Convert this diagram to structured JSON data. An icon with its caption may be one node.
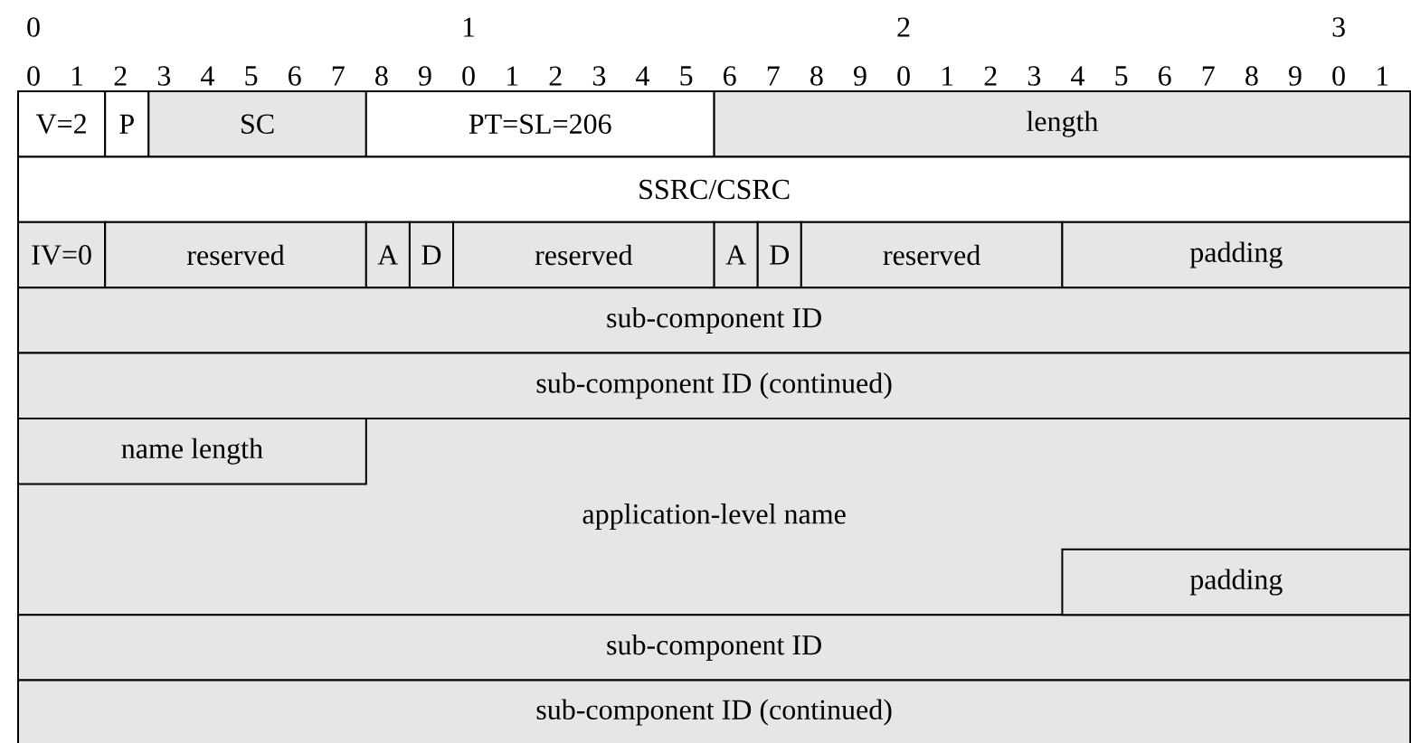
{
  "diagram": {
    "nodes": [
      {
        "text": [
          "V=2"
        ]
      },
      {
        "text": [
          "P"
        ]
      },
      {
        "text": [
          "SC"
        ]
      },
      {
        "text": [
          "PT=SL=206"
        ]
      },
      {
        "text": [
          "length"
        ]
      },
      {
        "text": [
          "SSRC/CSRC"
        ]
      },
      {
        "text": [
          "IV=0"
        ]
      },
      {
        "text": [
          "reserved"
        ]
      },
      {
        "text": [
          "A"
        ]
      },
      {
        "text": [
          "D"
        ]
      },
      {
        "text": [
          "reserved"
        ]
      },
      {
        "text": [
          "A"
        ]
      },
      {
        "text": [
          "D"
        ]
      },
      {
        "text": [
          "reserved"
        ]
      },
      {
        "text": [
          "padding"
        ]
      },
      {
        "text": [
          "sub-component ID"
        ]
      },
      {
        "text": [
          "sub-component ID (continued)"
        ]
      },
      {
        "text": [
          "application-level name"
        ]
      },
      {
        "text": [
          "name length"
        ],
        "in": 17
      },
      {
        "text": [
          "padding"
        ],
        "in": 17
      },
      {
        "text": [
          "sub-component ID"
        ]
      },
      {
        "text": [
          "sub-component ID (continued)"
        ]
      }
    ],
    "labels": [
      "0",
      "1",
      "2",
      "3",
      "0",
      "1",
      "2",
      "3",
      "4",
      "5",
      "6",
      "7",
      "8",
      "9",
      "0",
      "1",
      "2",
      "3",
      "4",
      "5",
      "6",
      "7",
      "8",
      "9",
      "0",
      "1",
      "2",
      "3",
      "4",
      "5",
      "6",
      "7",
      "8",
      "9",
      "0",
      "1"
    ]
  }
}
